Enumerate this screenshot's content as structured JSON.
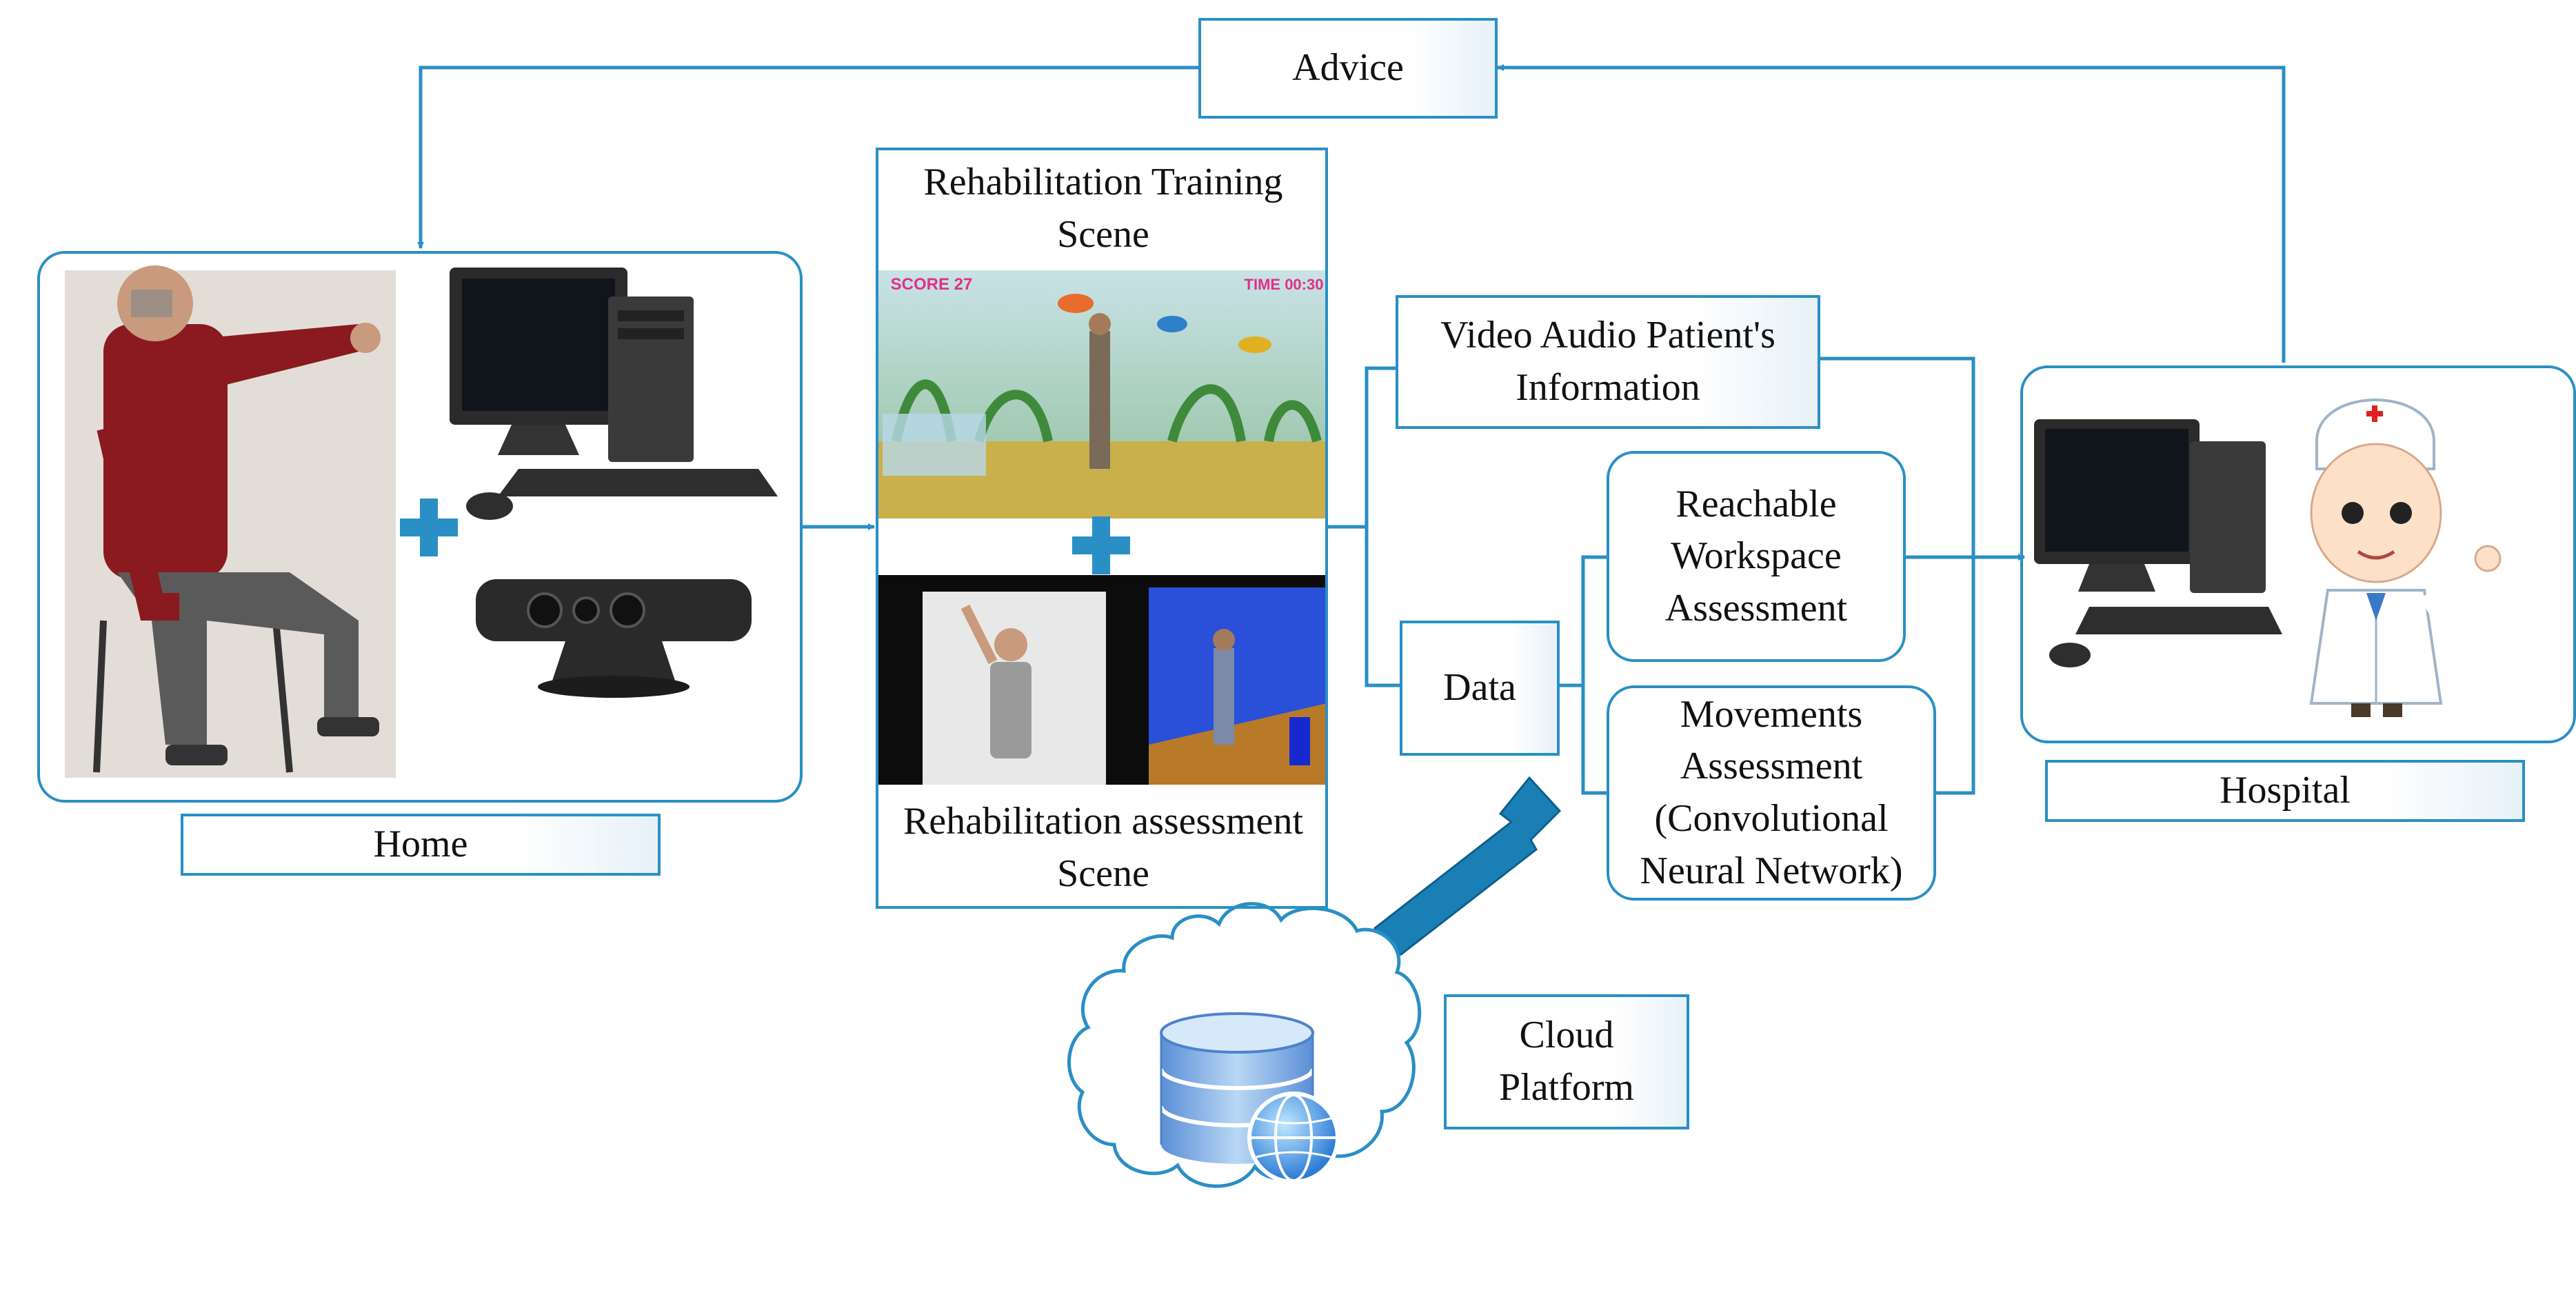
{
  "colors": {
    "accent": "#2a8fc4",
    "arrow_dark": "#1a7fb5",
    "text": "#111111"
  },
  "labels": {
    "advice": "Advice",
    "home": "Home",
    "training_scene": "Rehabilitation Training Scene",
    "assessment_scene": "Rehabilitation assessment Scene",
    "video_audio": "Video Audio Patient's Information",
    "reachable": "Reachable Workspace Assessment",
    "movements": "Movements Assessment (Convolutional Neural Network)",
    "data": "Data",
    "hospital": "Hospital",
    "cloud": "Cloud Platform"
  },
  "game_hud": {
    "score": "SCORE 27",
    "time": "TIME 00:30"
  },
  "icons": [
    "patient-photo",
    "computer-icon",
    "kinect-sensor-icon",
    "plus-icon",
    "game-screenshot",
    "assessment-screenshot",
    "doctor-icon",
    "database-icon",
    "globe-icon",
    "cloud-icon"
  ]
}
